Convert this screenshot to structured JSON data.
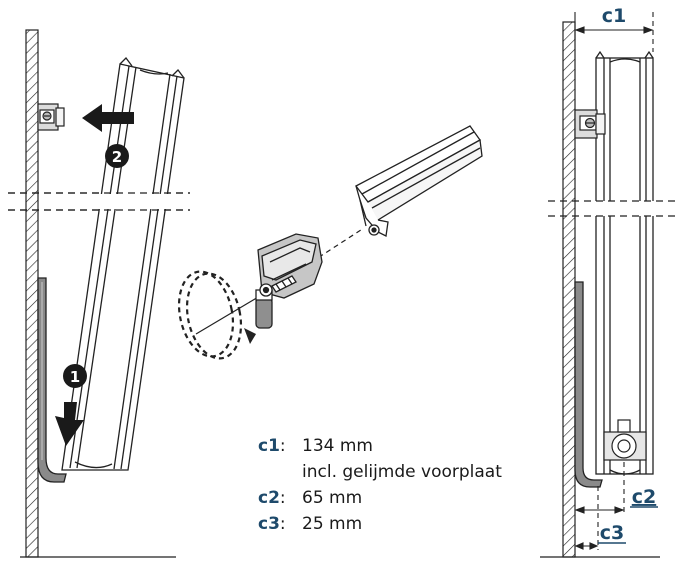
{
  "steps": [
    {
      "number": "1",
      "icon": "arrow-down-icon"
    },
    {
      "number": "2",
      "icon": "arrow-left-icon"
    }
  ],
  "dimensions": {
    "c1_label": "c1",
    "c2_label": "c2",
    "c3_label": "c3"
  },
  "legend": [
    {
      "key": "c1",
      "value": "134 mm",
      "note": "incl. gelijmde voorplaat"
    },
    {
      "key": "c2",
      "value": "65 mm"
    },
    {
      "key": "c3",
      "value": "25 mm"
    }
  ],
  "colors": {
    "dimension_label": "#1e4a6b",
    "line": "#1a1a1a",
    "arrow_fill": "#1a1a1a",
    "hook_fill": "#8a8a8a"
  }
}
